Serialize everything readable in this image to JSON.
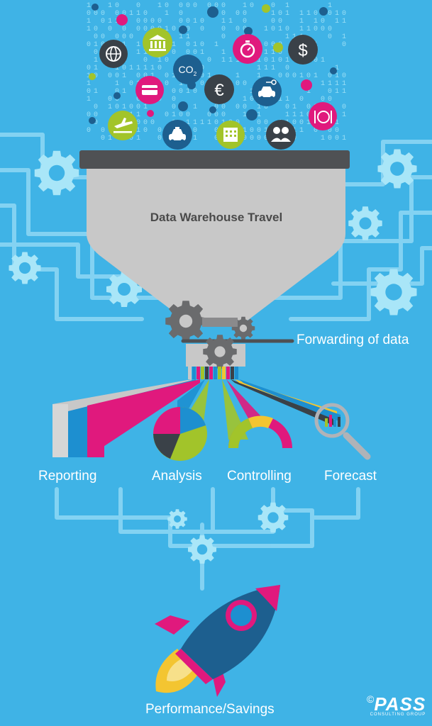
{
  "funnel": {
    "title": "Data Warehouse Travel"
  },
  "flow": {
    "forwarding": "Forwarding of data"
  },
  "outputs": [
    {
      "label": "Reporting"
    },
    {
      "label": "Analysis"
    },
    {
      "label": "Controlling"
    },
    {
      "label": "Forecast"
    }
  ],
  "result": {
    "label": "Performance/Savings"
  },
  "icons": {
    "co2": "CO",
    "co2_sub": "2",
    "euro": "€",
    "dollar": "$"
  },
  "logo": {
    "symbol": "©",
    "brand": "PASS",
    "sub": "CONSULTING GROUP"
  },
  "colors": {
    "background": "#3fb3e6",
    "line": "#8fd8f5",
    "gear": "#a9e6f8",
    "funnel": "#c8c8c8",
    "dark": "#3a4148",
    "magenta": "#e0197d",
    "lime": "#a2c42a",
    "blue": "#1d8fd0",
    "yellow": "#f3c531"
  }
}
